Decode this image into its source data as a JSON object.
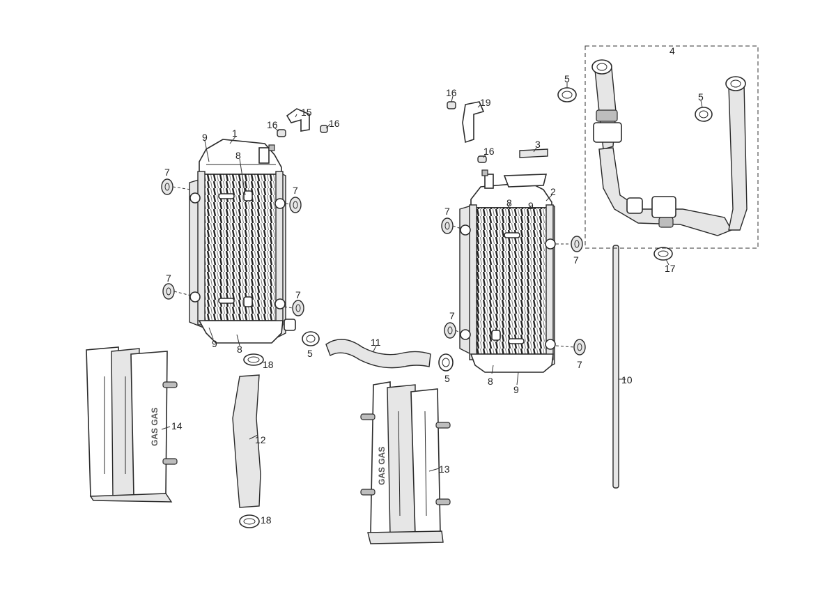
{
  "callouts": {
    "c1": "1",
    "c2": "2",
    "c3": "3",
    "c4": "4",
    "c5a": "5",
    "c5b": "5",
    "c5c": "5",
    "c5d": "5",
    "c7a": "7",
    "c7b": "7",
    "c7c": "7",
    "c7d": "7",
    "c7e": "7",
    "c7f": "7",
    "c7g": "7",
    "c7h": "7",
    "c8a": "8",
    "c8b": "8",
    "c8c": "8",
    "c8d": "8",
    "c9a": "9",
    "c9b": "9",
    "c9c": "9",
    "c9d": "9",
    "c10": "10",
    "c11": "11",
    "c12": "12",
    "c13": "13",
    "c14": "14",
    "c15": "15",
    "c16a": "16",
    "c16b": "16",
    "c16c": "16",
    "c16d": "16",
    "c17": "17",
    "c18a": "18",
    "c18b": "18",
    "c19": "19"
  },
  "brand": {
    "left_guard": "GAS GAS",
    "right_guard": "GAS GAS"
  }
}
